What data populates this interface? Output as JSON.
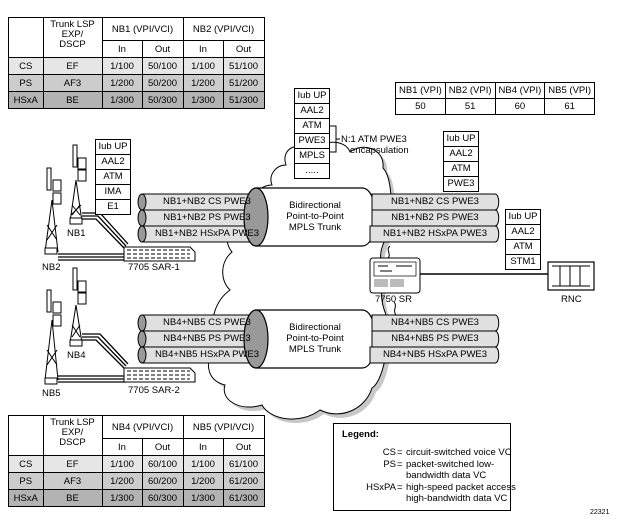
{
  "figure_id": "22321",
  "table_top": {
    "header": {
      "lsp": [
        "Trunk LSP",
        "EXP/",
        "DSCP"
      ],
      "nb_a": "NB1 (VPI/VCI)",
      "nb_b": "NB2 (VPI/VCI)",
      "in": "In",
      "out": "Out"
    },
    "rows": [
      {
        "name": "CS",
        "lsp": "EF",
        "a_in": "1/100",
        "a_out": "50/100",
        "b_in": "1/100",
        "b_out": "51/100"
      },
      {
        "name": "PS",
        "lsp": "AF3",
        "a_in": "1/200",
        "a_out": "50/200",
        "b_in": "1/200",
        "b_out": "51/200"
      },
      {
        "name": "HSxA",
        "lsp": "BE",
        "a_in": "1/300",
        "a_out": "50/300",
        "b_in": "1/300",
        "b_out": "51/300"
      }
    ]
  },
  "table_bottom": {
    "header": {
      "lsp": [
        "Trunk LSP",
        "EXP/",
        "DSCP"
      ],
      "nb_a": "NB4 (VPI/VCI)",
      "nb_b": "NB5 (VPI/VCI)",
      "in": "In",
      "out": "Out"
    },
    "rows": [
      {
        "name": "CS",
        "lsp": "EF",
        "a_in": "1/100",
        "a_out": "60/100",
        "b_in": "1/100",
        "b_out": "61/100"
      },
      {
        "name": "PS",
        "lsp": "AF3",
        "a_in": "1/200",
        "a_out": "60/200",
        "b_in": "1/200",
        "b_out": "61/200"
      },
      {
        "name": "HSxA",
        "lsp": "BE",
        "a_in": "1/300",
        "a_out": "60/300",
        "b_in": "1/300",
        "b_out": "61/300"
      }
    ]
  },
  "vpi_table": {
    "headers": [
      "NB1 (VPI)",
      "NB2 (VPI)",
      "NB4 (VPI)",
      "NB5 (VPI)"
    ],
    "values": [
      "50",
      "51",
      "60",
      "61"
    ]
  },
  "stacks": {
    "nodeb": [
      "Iub UP",
      "AAL2",
      "ATM",
      "IMA",
      "E1"
    ],
    "core": [
      "Iub UP",
      "AAL2",
      "ATM",
      "PWE3",
      "MPLS",
      "....."
    ],
    "sr": [
      "Iub UP",
      "AAL2",
      "ATM",
      "PWE3"
    ],
    "rnc": [
      "Iub UP",
      "AAL2",
      "ATM",
      "STM1"
    ]
  },
  "encapsulation_note": [
    "N:1 ATM PWE3",
    "encapsulation"
  ],
  "trunk_label": [
    "Bidirectional",
    "Point-to-Point",
    "MPLS Trunk"
  ],
  "pipes_top": [
    "NB1+NB2 CS PWE3",
    "NB1+NB2 PS PWE3",
    "NB1+NB2 HSxPA PWE3"
  ],
  "pipes_bottom": [
    "NB4+NB5 CS PWE3",
    "NB4+NB5 PS PWE3",
    "NB4+NB5 HSxPA PWE3"
  ],
  "nodes": {
    "nb1": "NB1",
    "nb2": "NB2",
    "nb4": "NB4",
    "nb5": "NB5",
    "sar1": "7705 SAR-1",
    "sar2": "7705 SAR-2",
    "sr": "7750 SR",
    "rnc": "RNC"
  },
  "legend": {
    "title": "Legend:",
    "items": [
      {
        "key": "CS",
        "lines": [
          "circuit-switched voice VC"
        ]
      },
      {
        "key": "PS",
        "lines": [
          "packet-switched low-",
          "bandwidth data VC"
        ]
      },
      {
        "key": "HSxPA",
        "lines": [
          "high-speed packet access",
          "high-bandwidth data VC"
        ]
      }
    ]
  }
}
